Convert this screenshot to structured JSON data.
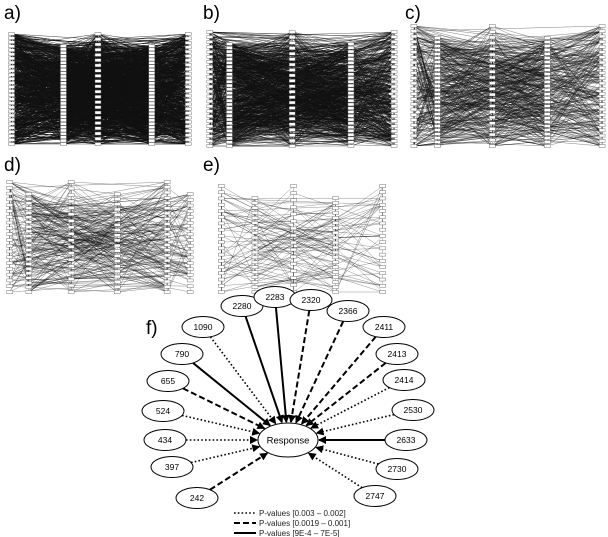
{
  "panels": {
    "a": {
      "label": "a)"
    },
    "b": {
      "label": "b)"
    },
    "c": {
      "label": "c)"
    },
    "d": {
      "label": "d)"
    },
    "e": {
      "label": "e)"
    },
    "f": {
      "label": "f)"
    }
  },
  "diagram": {
    "center": "Response",
    "nodes": [
      {
        "id": "242",
        "pvalue_group": "dashed"
      },
      {
        "id": "397",
        "pvalue_group": "dotted"
      },
      {
        "id": "434",
        "pvalue_group": "dotted"
      },
      {
        "id": "524",
        "pvalue_group": "dotted"
      },
      {
        "id": "655",
        "pvalue_group": "dashed"
      },
      {
        "id": "790",
        "pvalue_group": "solid"
      },
      {
        "id": "1090",
        "pvalue_group": "dotted"
      },
      {
        "id": "2280",
        "pvalue_group": "solid"
      },
      {
        "id": "2283",
        "pvalue_group": "solid"
      },
      {
        "id": "2320",
        "pvalue_group": "dashed"
      },
      {
        "id": "2366",
        "pvalue_group": "dashed"
      },
      {
        "id": "2411",
        "pvalue_group": "dashed"
      },
      {
        "id": "2413",
        "pvalue_group": "dashed"
      },
      {
        "id": "2414",
        "pvalue_group": "dotted"
      },
      {
        "id": "2530",
        "pvalue_group": "dotted"
      },
      {
        "id": "2633",
        "pvalue_group": "solid"
      },
      {
        "id": "2730",
        "pvalue_group": "dotted"
      },
      {
        "id": "2747",
        "pvalue_group": "dotted"
      }
    ],
    "legend": [
      {
        "style": "dotted",
        "text": "P-values [0.003 – 0.002]"
      },
      {
        "style": "dashed",
        "text": "P-values [0.0019 – 0.001]"
      },
      {
        "style": "solid",
        "text": "P-values [9E-4 – 7E-5]"
      }
    ]
  },
  "colors": {
    "ink": "#000000",
    "network_line": "#222222",
    "node_fill": "#ffffff"
  }
}
